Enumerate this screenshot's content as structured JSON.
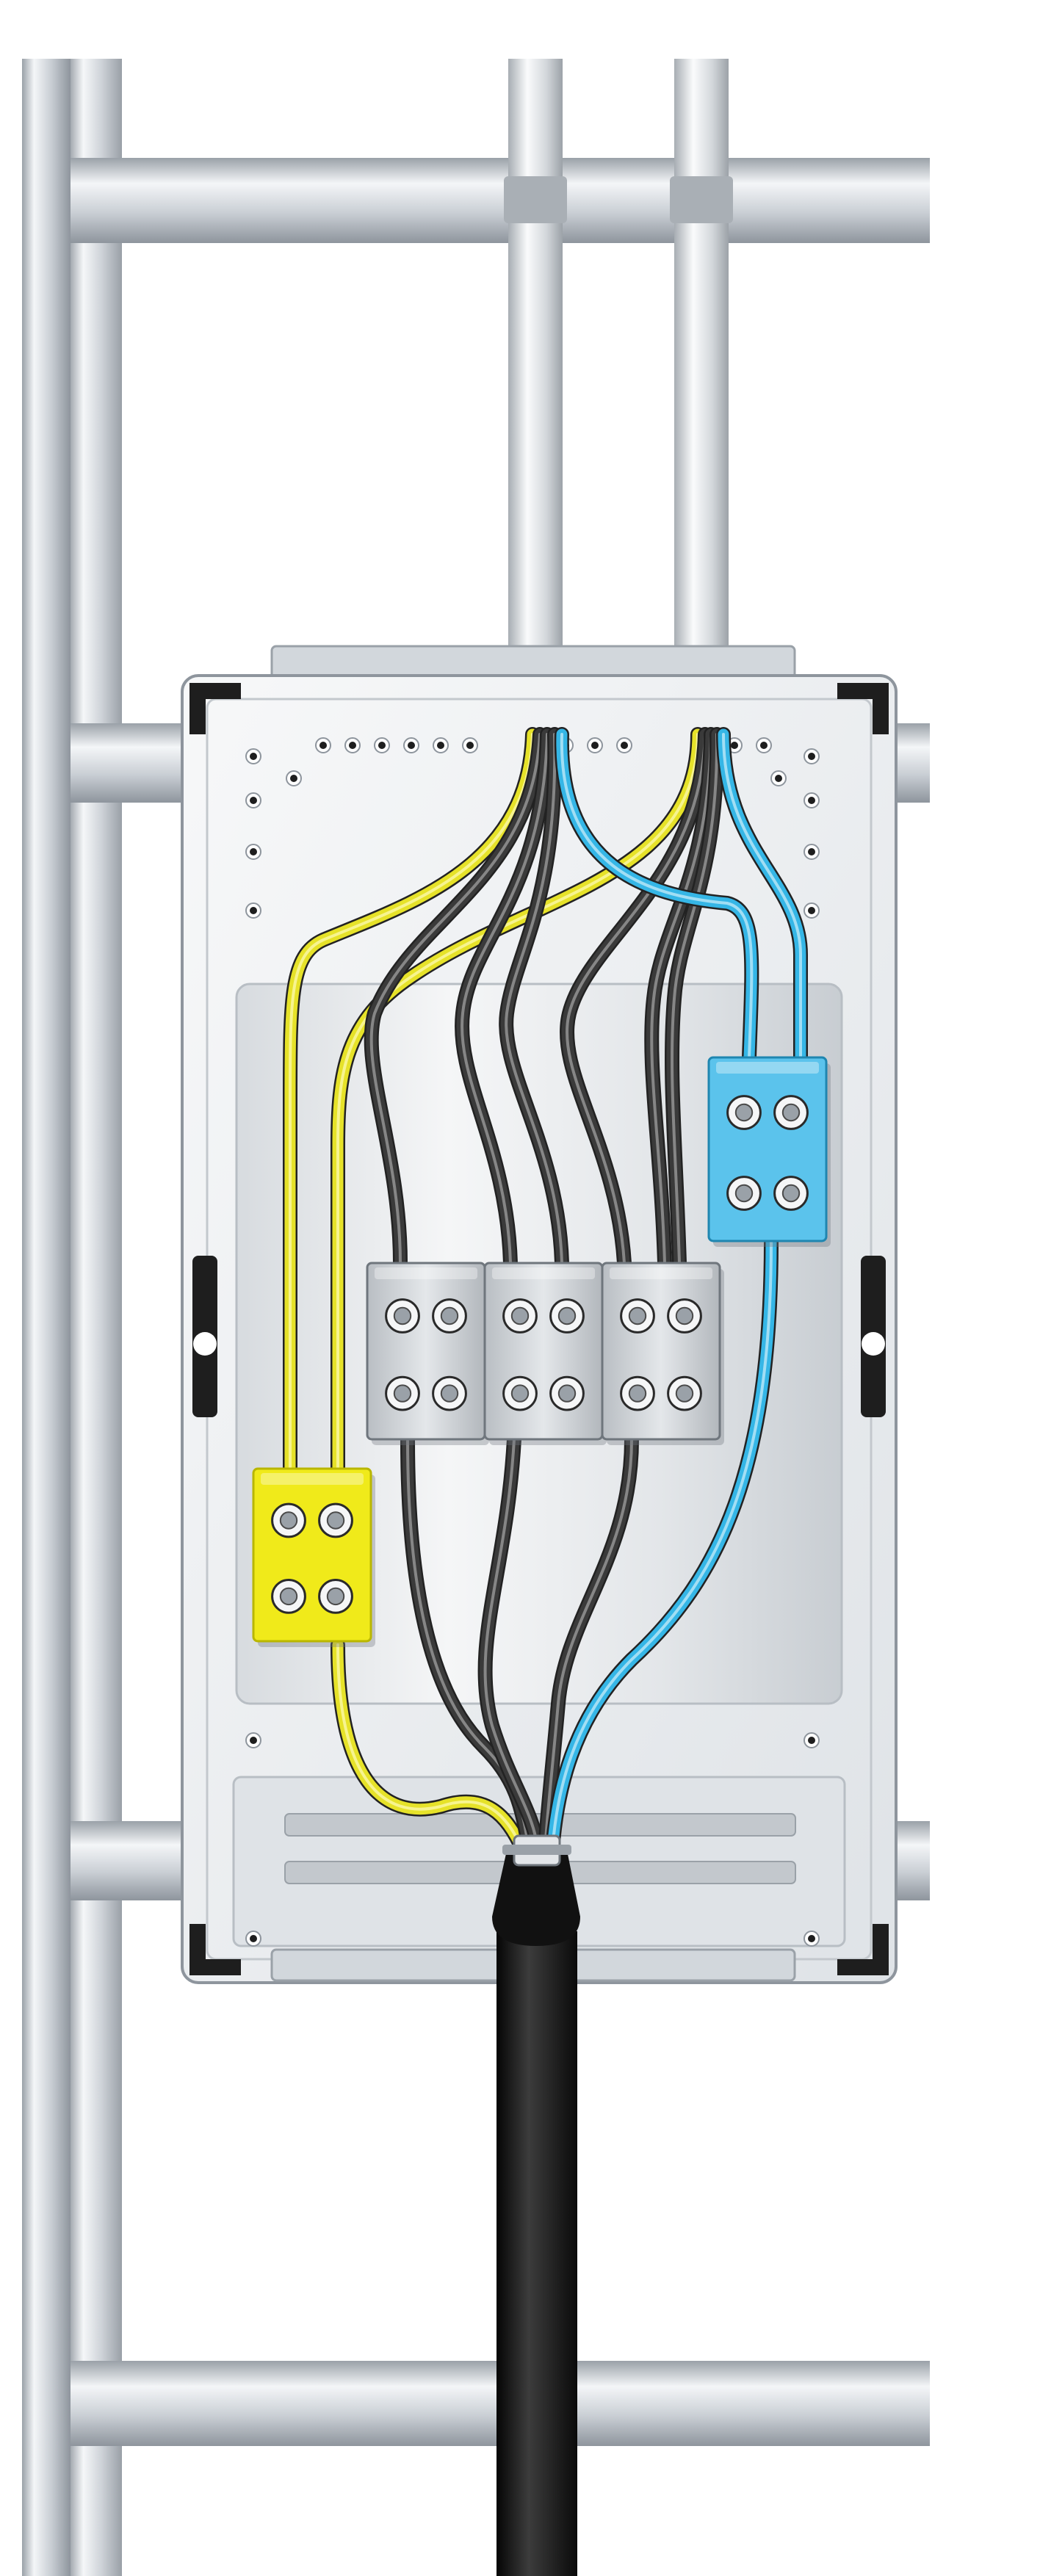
{
  "colors": {
    "background": "#ffffff",
    "rail_light": "#eef1f4",
    "rail_mid": "#c9ced4",
    "rail_dark": "#8e959d",
    "enclosure": "#e9ecef",
    "enclosure_edge": "#b8bec4",
    "gland_plate": "#dfe3e7",
    "wire_yellow": "#e6e229",
    "wire_yellow_dark": "#b9b600",
    "wire_black": "#3a3a3a",
    "wire_black_highlight": "#9a9a9a",
    "wire_blue": "#35b6e6",
    "wire_blue_highlight": "#bde8f7",
    "terminal_grey": "#cdd1d5",
    "terminal_yellow": "#f0ea1a",
    "terminal_blue": "#5bc3ec",
    "feed_cable": "#141414",
    "hardware_dark": "#1e1e1e"
  },
  "diagram": {
    "type": "electrical-enclosure-illustration",
    "components": [
      {
        "id": "phase-terminal-l1",
        "kind": "terminal-block",
        "color": "grey"
      },
      {
        "id": "phase-terminal-l2",
        "kind": "terminal-block",
        "color": "grey"
      },
      {
        "id": "phase-terminal-l3",
        "kind": "terminal-block",
        "color": "grey"
      },
      {
        "id": "earth-terminal",
        "kind": "terminal-block",
        "color": "yellow"
      },
      {
        "id": "neutral-terminal",
        "kind": "terminal-block",
        "color": "blue"
      },
      {
        "id": "top-conduit-left",
        "kind": "conduit"
      },
      {
        "id": "top-conduit-right",
        "kind": "conduit"
      },
      {
        "id": "main-feed-cable",
        "kind": "cable"
      },
      {
        "id": "cable-gland-bottom",
        "kind": "gland"
      }
    ],
    "wires": [
      {
        "from": "top-conduit-left",
        "to": "earth-terminal",
        "color": "yellow"
      },
      {
        "from": "top-conduit-right",
        "to": "earth-terminal",
        "color": "yellow"
      },
      {
        "from": "top-conduit-left",
        "to": "phase-terminal-l1",
        "color": "black"
      },
      {
        "from": "top-conduit-left",
        "to": "phase-terminal-l2",
        "color": "black"
      },
      {
        "from": "top-conduit-left",
        "to": "phase-terminal-l3",
        "color": "black"
      },
      {
        "from": "top-conduit-right",
        "to": "phase-terminal-l1",
        "color": "black"
      },
      {
        "from": "top-conduit-right",
        "to": "phase-terminal-l2",
        "color": "black"
      },
      {
        "from": "top-conduit-right",
        "to": "phase-terminal-l3",
        "color": "black"
      },
      {
        "from": "top-conduit-left",
        "to": "neutral-terminal",
        "color": "blue"
      },
      {
        "from": "top-conduit-right",
        "to": "neutral-terminal",
        "color": "blue"
      },
      {
        "from": "earth-terminal",
        "to": "main-feed-cable",
        "color": "yellow"
      },
      {
        "from": "phase-terminal-l1",
        "to": "main-feed-cable",
        "color": "black"
      },
      {
        "from": "phase-terminal-l2",
        "to": "main-feed-cable",
        "color": "black"
      },
      {
        "from": "phase-terminal-l3",
        "to": "main-feed-cable",
        "color": "black"
      },
      {
        "from": "neutral-terminal",
        "to": "main-feed-cable",
        "color": "blue"
      }
    ]
  }
}
